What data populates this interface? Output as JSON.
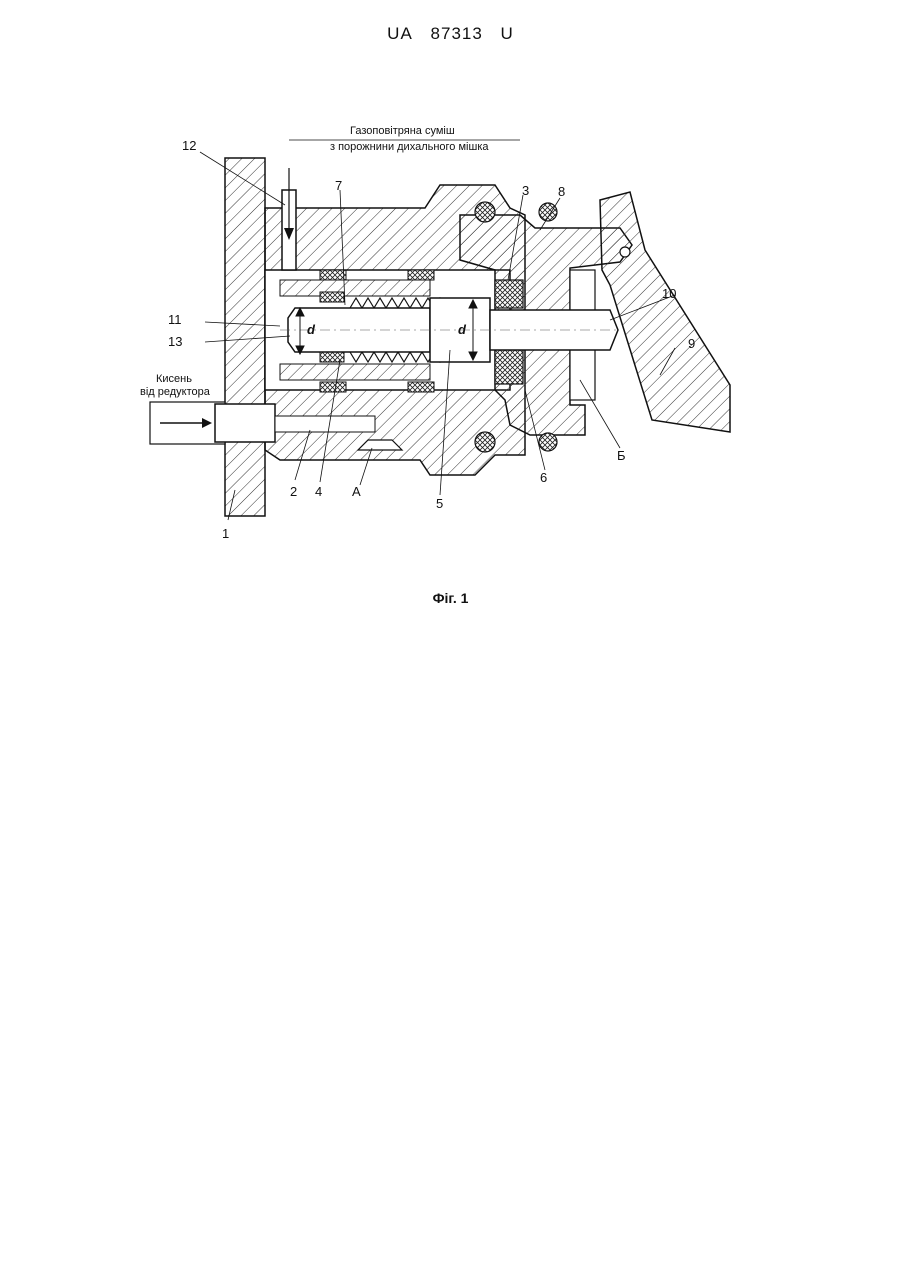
{
  "header": {
    "country": "UA",
    "number": "87313",
    "kind": "U"
  },
  "figure": {
    "labels": {
      "n1": "1",
      "n2": "2",
      "n3": "3",
      "n4": "4",
      "n5": "5",
      "n6": "6",
      "n7": "7",
      "n8": "8",
      "n9": "9",
      "n10": "10",
      "n11": "11",
      "n12": "12",
      "n13": "13",
      "A": "А",
      "B": "Б",
      "d1": "d",
      "d2": "d"
    },
    "gas_note_line1": "Газоповітряна суміш",
    "gas_note_line2": "з порожнини дихального мішка",
    "oxygen_line1": "Кисень",
    "oxygen_line2": "від редуктора"
  },
  "caption": "Фіг. 1"
}
